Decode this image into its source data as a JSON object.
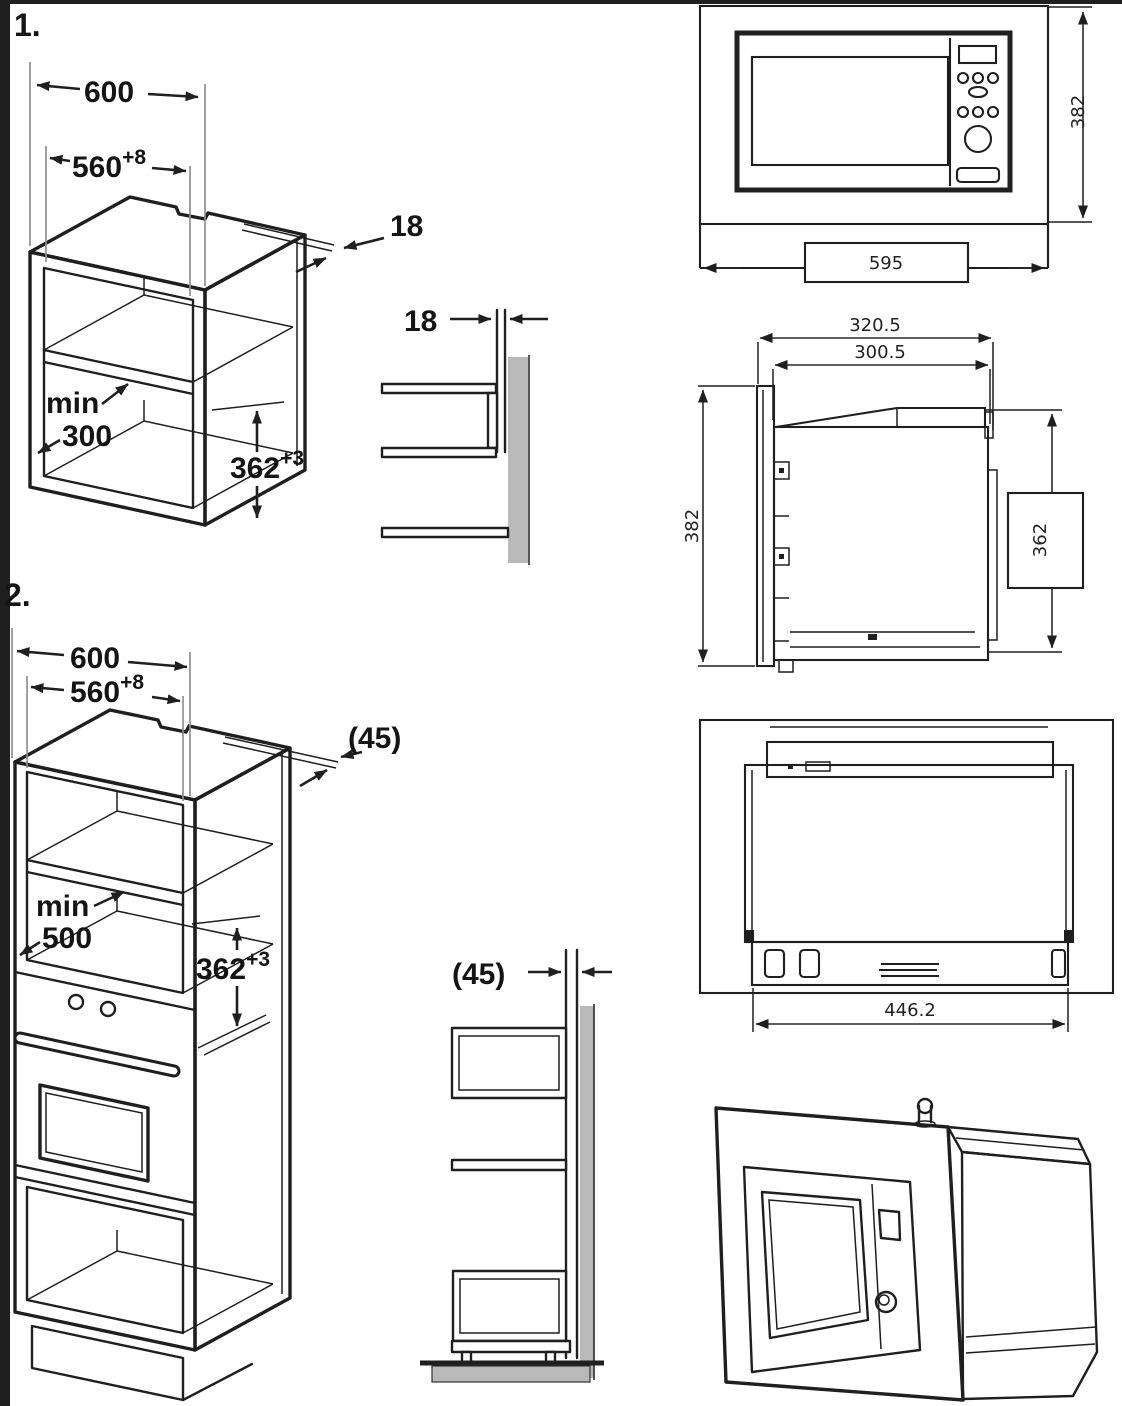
{
  "palette": {
    "line": "#1f1f1f",
    "wall_gray": "#b9b9b9",
    "background": "#ffffff",
    "border_bar": "#111111"
  },
  "steps": {
    "step1_label": "1.",
    "step2_label": "2."
  },
  "diagram1": {
    "cabinet": {
      "outer_width": "600",
      "niche_width": "560",
      "niche_width_tolerance": "+8",
      "rear_panel_thickness": "18",
      "min_depth_word": "min",
      "min_depth_value": "300",
      "niche_height": "362",
      "niche_height_tolerance": "+3"
    },
    "side_section": {
      "panel_thickness": "18"
    }
  },
  "diagram2": {
    "cabinet": {
      "outer_width": "600",
      "niche_width": "560",
      "niche_width_tolerance": "+8",
      "rear_panel_thickness": "(45)",
      "min_depth_word": "min",
      "min_depth_value": "500",
      "niche_height": "362",
      "niche_height_tolerance": "+3"
    },
    "side_section": {
      "panel_thickness": "(45)"
    }
  },
  "views": {
    "front": {
      "overall_height": "382",
      "overall_width": "595"
    },
    "side": {
      "depth_overall": "320.5",
      "depth_body": "300.5",
      "overall_height": "382",
      "cutout_height": "362"
    },
    "rear": {
      "chassis_width": "446.2"
    }
  }
}
